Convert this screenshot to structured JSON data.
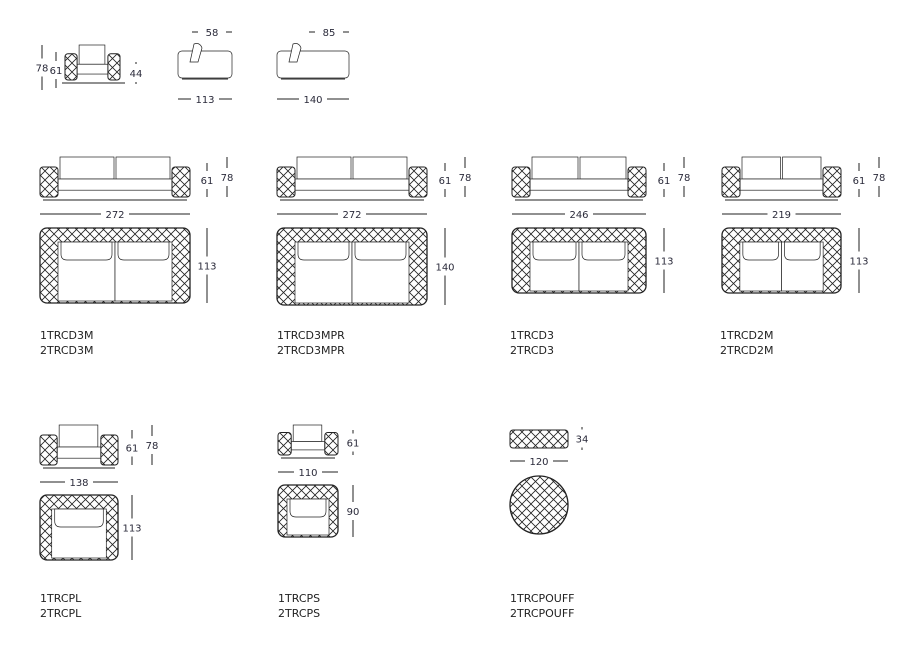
{
  "profile": {
    "seat_dims": {
      "height_total": "78",
      "height_arm": "61",
      "height_seat": "44"
    },
    "side_standard": {
      "depth": "113",
      "seat_depth": "58"
    },
    "side_deep": {
      "depth": "140",
      "seat_depth": "85"
    }
  },
  "items": [
    {
      "codes": [
        "1TRCD3M",
        "2TRCD3M"
      ],
      "width": "272",
      "arm": "61",
      "height": "78",
      "depth": "113"
    },
    {
      "codes": [
        "1TRCD3MPR",
        "2TRCD3MPR"
      ],
      "width": "272",
      "arm": "61",
      "height": "78",
      "depth": "140"
    },
    {
      "codes": [
        "1TRCD3",
        "2TRCD3"
      ],
      "width": "246",
      "arm": "61",
      "height": "78",
      "depth": "113"
    },
    {
      "codes": [
        "1TRCD2M",
        "2TRCD2M"
      ],
      "width": "219",
      "arm": "61",
      "height": "78",
      "depth": "113"
    },
    {
      "codes": [
        "1TRCPL",
        "2TRCPL"
      ],
      "width": "138",
      "arm": "61",
      "height": "78",
      "depth": "113"
    },
    {
      "codes": [
        "1TRCPS",
        "2TRCPS"
      ],
      "width": "110",
      "arm": "61",
      "depth": "90"
    },
    {
      "codes": [
        "1TRCPOUFF",
        "2TRCPOUFF"
      ],
      "width": "120",
      "height": "34"
    }
  ]
}
